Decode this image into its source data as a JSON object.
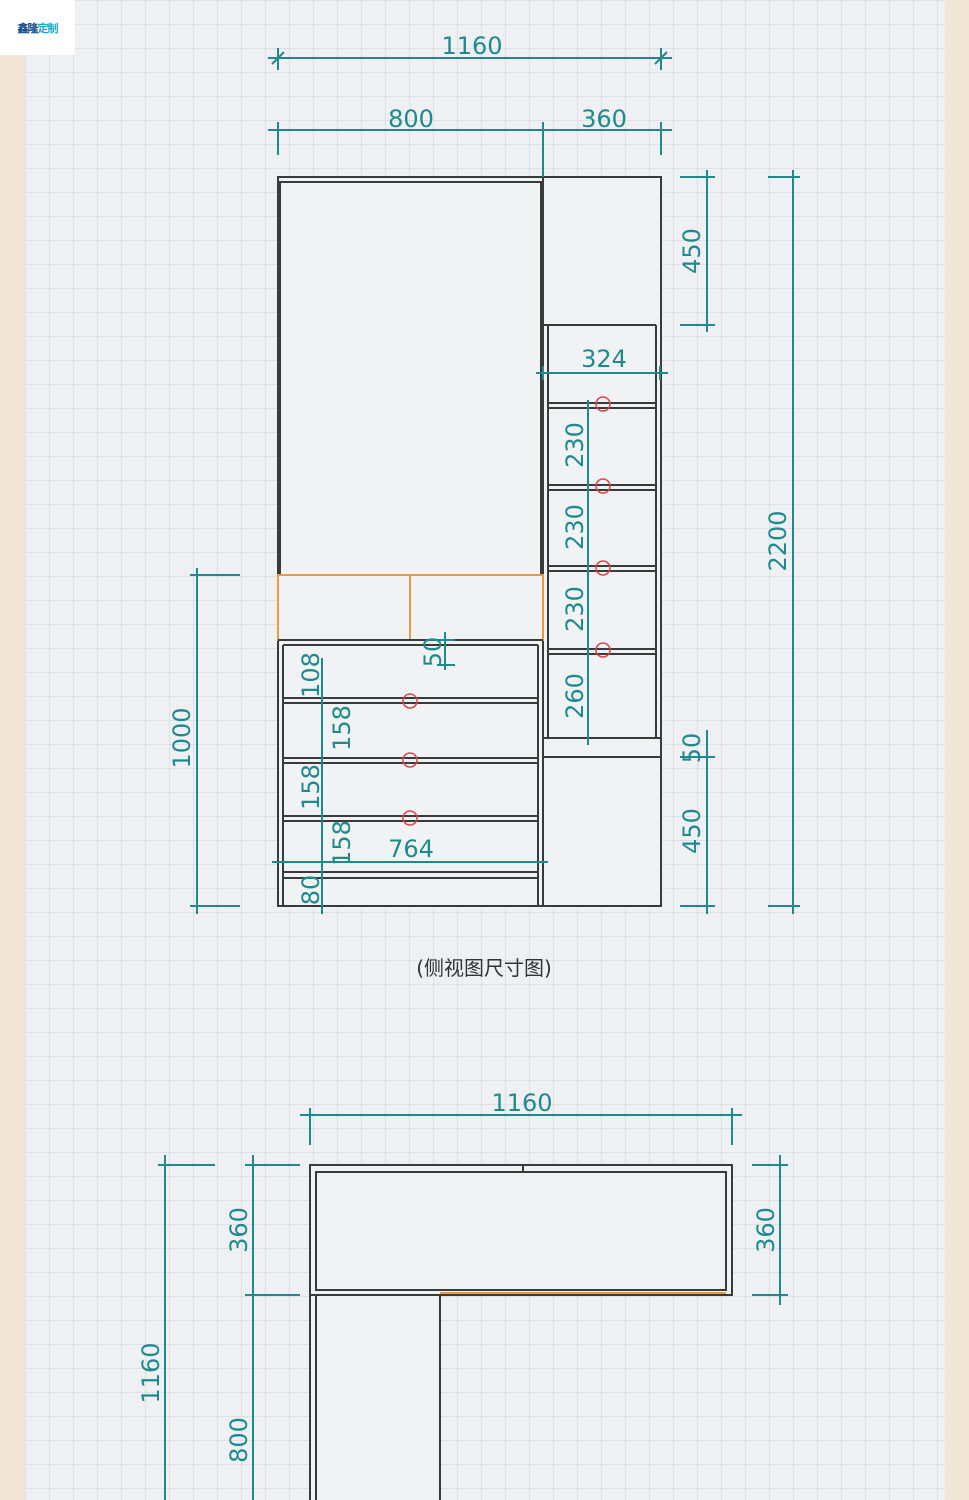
{
  "logo": {
    "text_a": "鑫隆",
    "text_b": "定制"
  },
  "side_view": {
    "caption": "(侧视图尺寸图)",
    "dims": {
      "total_width": "1160",
      "left_width": "800",
      "right_width": "360",
      "top_height": "450",
      "total_height": "2200",
      "inner_width": "324",
      "shelf_1": "230",
      "shelf_2": "230",
      "shelf_3": "230",
      "shelf_4": "260",
      "gap": "50",
      "bottom_height": "450",
      "lower_height": "1000",
      "drawer_gap": "50",
      "d1": "108",
      "d2": "158",
      "d3": "158",
      "d4": "158",
      "base": "80",
      "lower_width": "764"
    }
  },
  "top_view": {
    "dims": {
      "total_width": "1160",
      "left_depth": "360",
      "right_depth": "360",
      "leg_length": "800",
      "total_depth": "1160"
    }
  },
  "colors": {
    "dimension": "#1f8a8c",
    "drawer": "#e89a3c",
    "marker": "#d9454a"
  }
}
